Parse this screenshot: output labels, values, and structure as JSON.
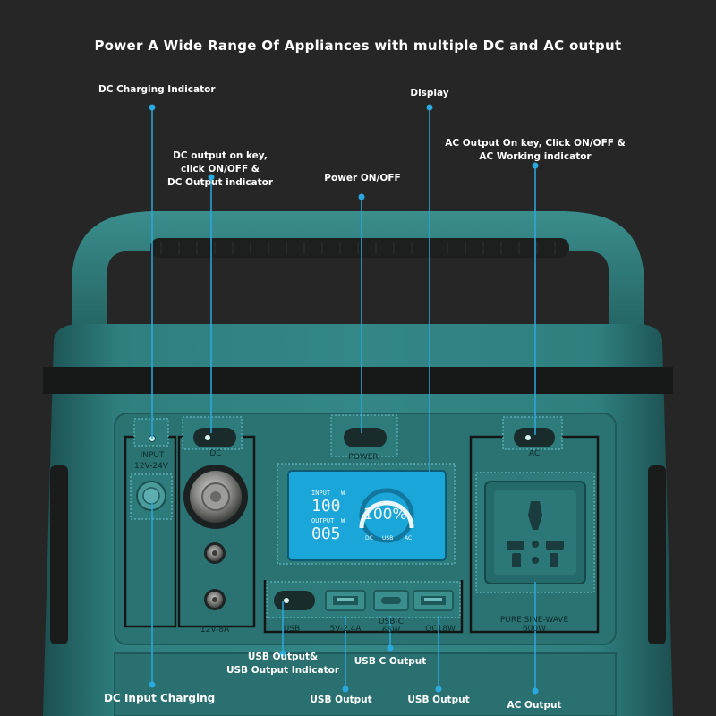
{
  "title": "Power A Wide Range Of Appliances with multiple DC and AC output",
  "callouts": {
    "dc_charging_indicator": "DC Charging Indicator",
    "display": "Display",
    "dc_output_key": "DC output on key,\nclick ON/OFF &\nDC Output indicator",
    "power_on_off": "Power ON/OFF",
    "ac_output_key": "AC Output On key, Click ON/OFF &\nAC Working indicator",
    "usb_output_indicator": "USB Output&\nUSB Output Indicator",
    "usb_c_output": "USB C Output",
    "dc_input_charging": "DC Input Charging",
    "usb_output_1": "USB Output",
    "usb_output_2": "USB Output",
    "ac_output": "AC Output"
  },
  "device": {
    "input_label": "INPUT",
    "input_voltage": "12V-24V",
    "dc_label": "DC",
    "power_label": "POWER",
    "ac_label": "AC",
    "dc_rating": "12V-8A",
    "usb_label": "USB",
    "usb_a_rating": "5V-2.4A",
    "usb_c_label": "USB-C",
    "usb_c_rating": "65W",
    "qc_rating": "QC18W",
    "sine_label": "PURE SINE-WAVE",
    "sine_rating": "600W"
  },
  "screen": {
    "input_label": "INPUT",
    "input_unit": "W",
    "input_value": "100",
    "output_label": "OUTPUT",
    "output_unit": "W",
    "output_value": "005",
    "battery_percent": "100%",
    "indicator_dc": "DC",
    "indicator_usb": "USB",
    "indicator_ac": "AC"
  },
  "colors": {
    "background": "#262626",
    "body_teal": "#2f7d7d",
    "panel_teal": "#2b7474",
    "callout_blue": "#2aa9e0",
    "screen_blue": "#1aa6d8"
  }
}
